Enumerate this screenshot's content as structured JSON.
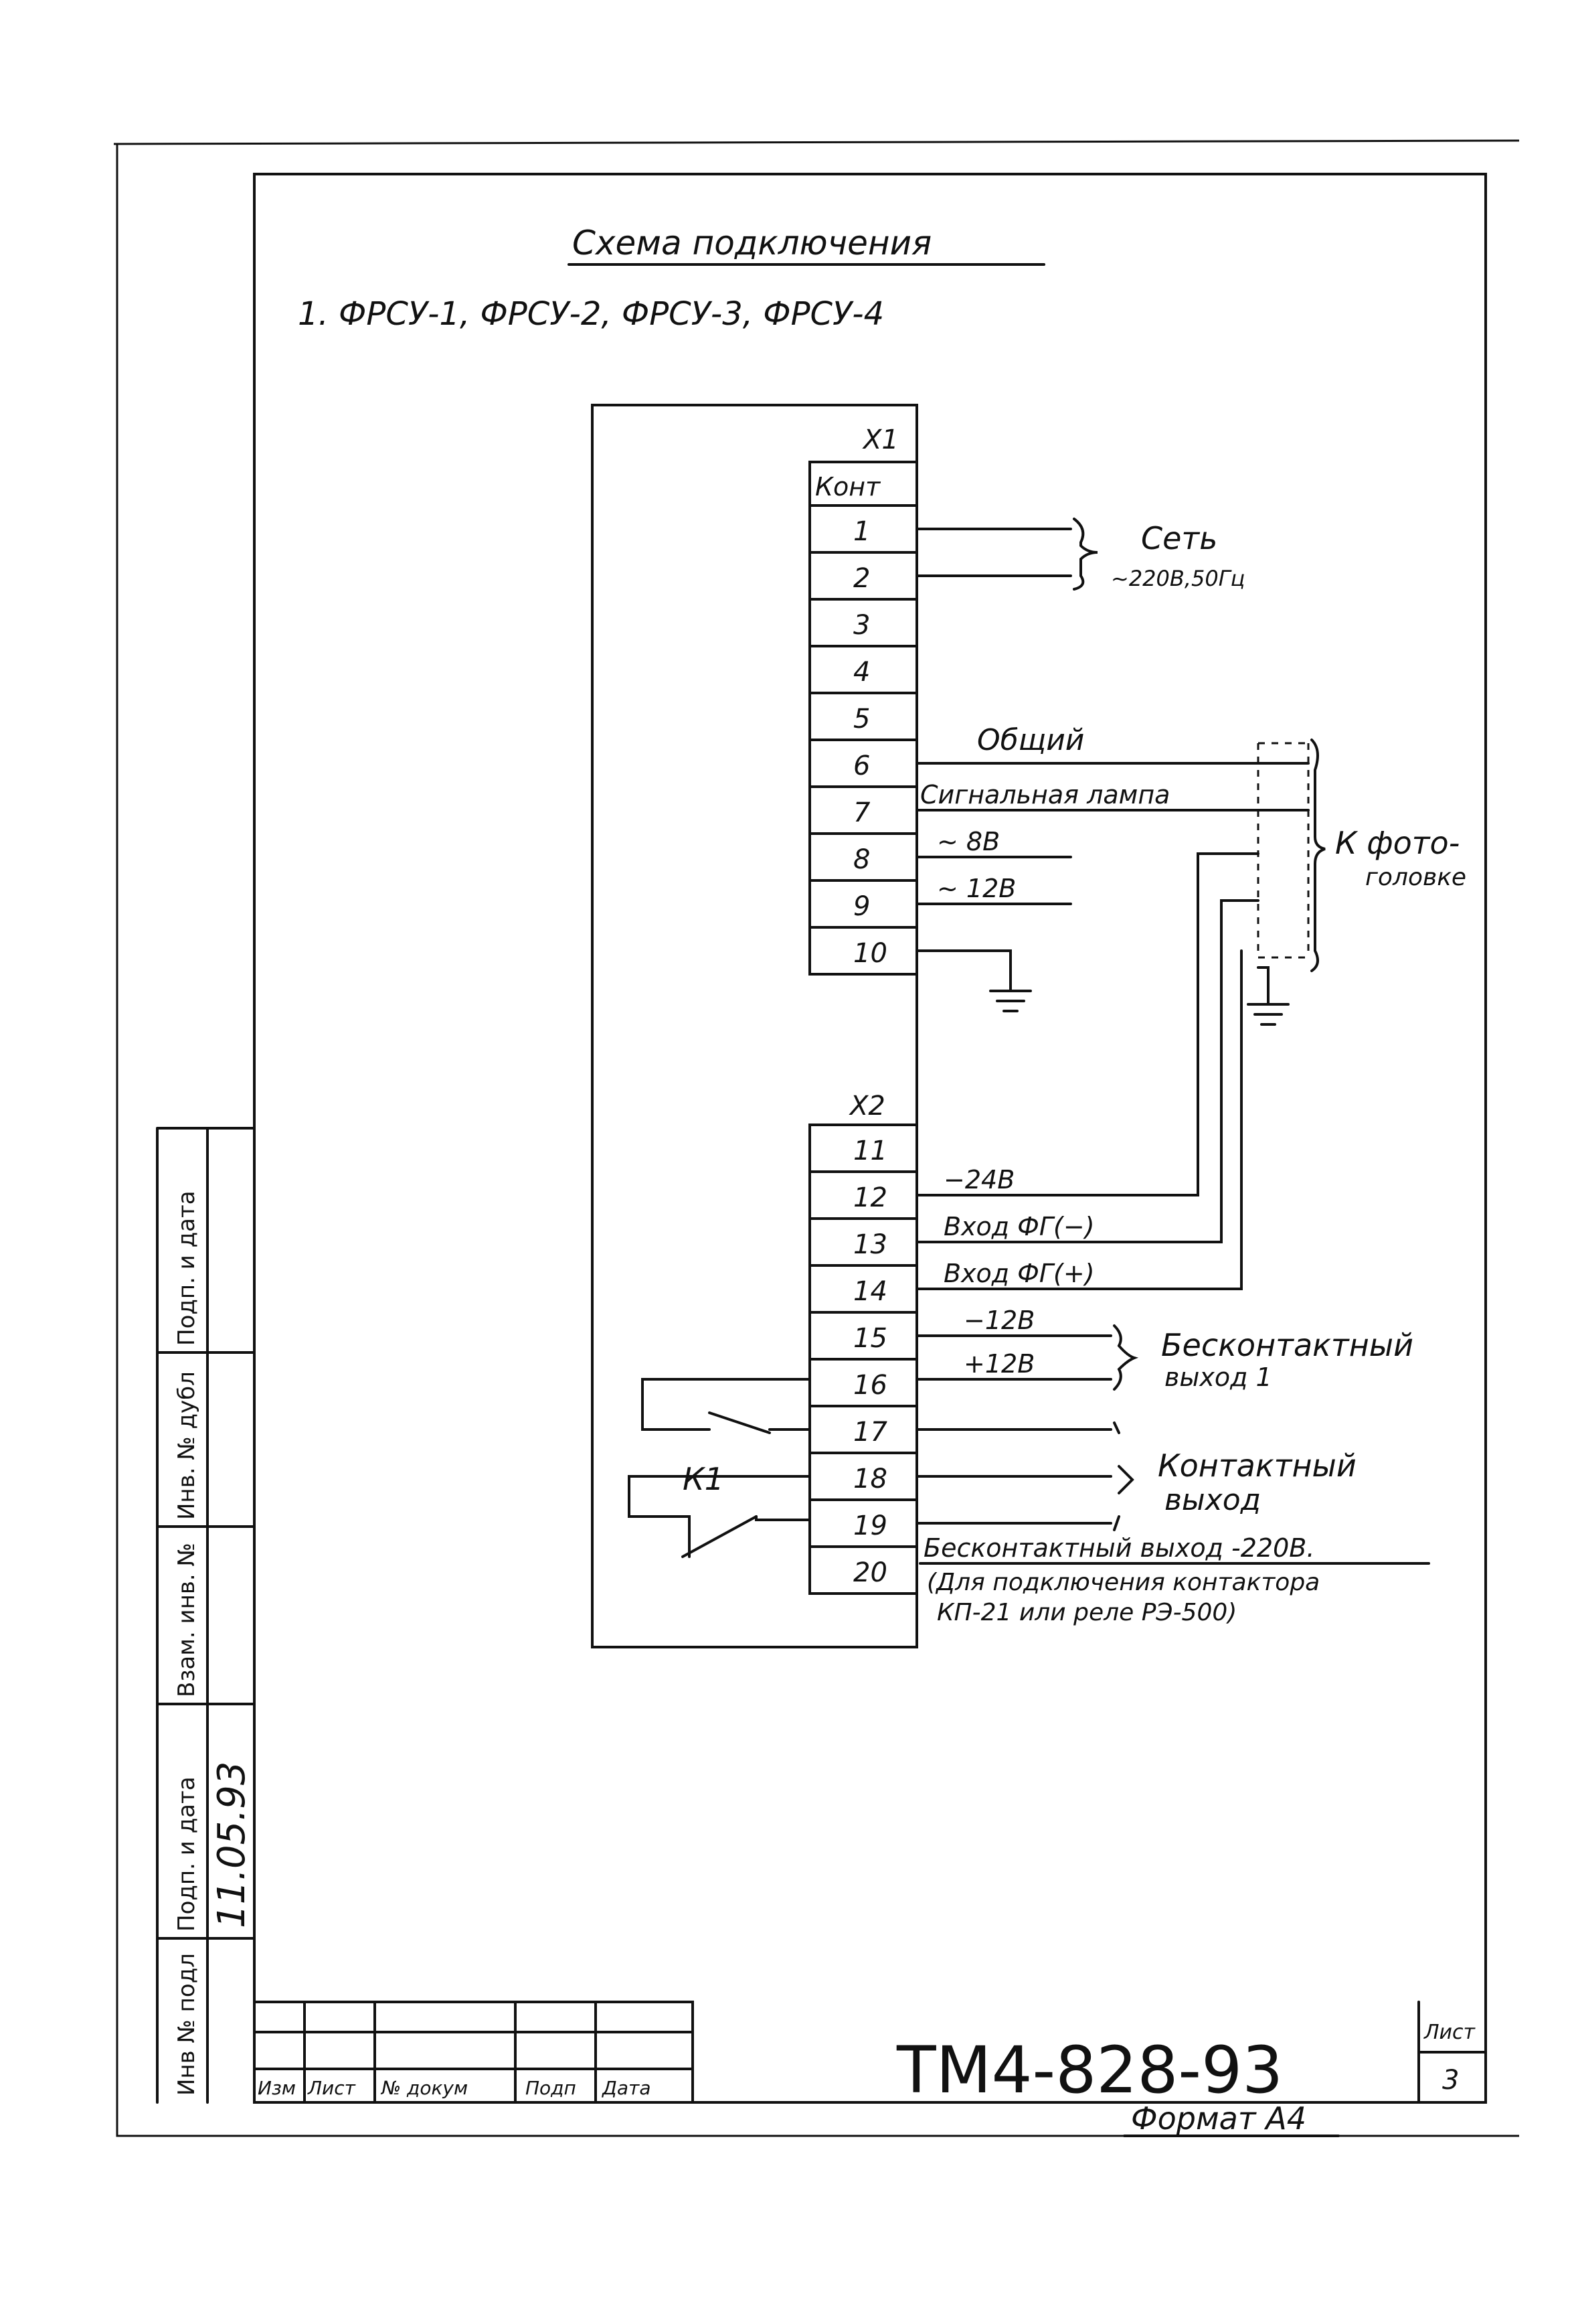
{
  "title": "Схема подключения",
  "subtitle": "1. ФРСУ-1, ФРСУ-2, ФРСУ-3, ФРСУ-4",
  "x1": {
    "label": "X1",
    "header": "Конт",
    "terminals": [
      "1",
      "2",
      "3",
      "4",
      "5",
      "6",
      "7",
      "8",
      "9",
      "10"
    ]
  },
  "x2": {
    "label": "X2",
    "terminals": [
      "11",
      "12",
      "13",
      "14",
      "15",
      "16",
      "17",
      "18",
      "19",
      "20"
    ]
  },
  "wire_labels": {
    "obshchiy": "Общий",
    "signal_lamp": "Сигнальная лампа",
    "ac8": "~ 8В",
    "ac12": "~ 12В",
    "dc_minus24": "−24В",
    "input_fg_minus": "Вход ФГ(−)",
    "input_fg_plus": "Вход ФГ(+)",
    "minus12": "−12В",
    "plus12": "+12В"
  },
  "groups": {
    "set_line1": "Сеть",
    "set_line2": "~220В,50Гц",
    "photo_line1": "К фото-",
    "photo_line2": "головке",
    "contactless1_line1": "Бесконтактный",
    "contactless1_line2": "выход 1",
    "contact_line1": "Контактный",
    "contact_line2": "выход",
    "relay": "К1",
    "out220_line1": "Бесконтактный выход -220В.",
    "out220_line2": "(Для подключения контактора",
    "out220_line3": "КП-21 или реле РЭ-500)"
  },
  "side_stamp": [
    "Инв № подл",
    "Подп. и дата",
    "Взам. инв. №",
    "Инв. № дубл",
    "Подп. и дата"
  ],
  "side_handwriting": "11.05.93",
  "title_block": {
    "headers": [
      "Изм",
      "Лист",
      "№ докум",
      "Подп",
      "Дата"
    ],
    "code": "ТМ4-828-93",
    "sheet_label": "Лист",
    "sheet_number": "3",
    "format": "Формат А4"
  }
}
